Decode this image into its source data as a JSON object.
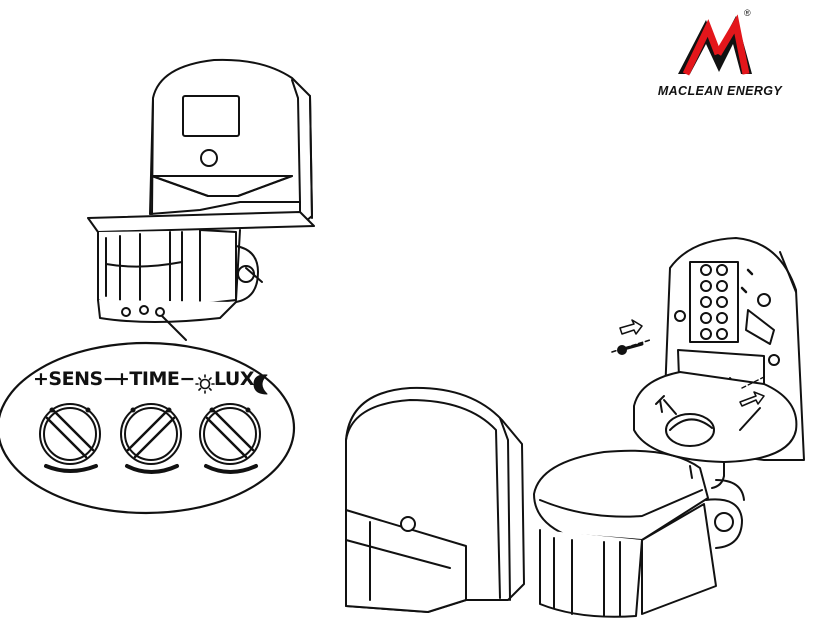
{
  "brand": {
    "name": "MACLEAN ENERGY",
    "registered_mark": "®",
    "colors": {
      "red": "#e3161b",
      "black": "#111111"
    }
  },
  "control_panel": {
    "dials": [
      {
        "label": "+SENS−",
        "icon": ""
      },
      {
        "label": "+TIME−",
        "icon": ""
      },
      {
        "label": "LUX",
        "icon": "sun-and-moon"
      }
    ]
  },
  "icons": [
    "screw-icon",
    "arrow-icon",
    "sun-icon",
    "moon-icon"
  ]
}
